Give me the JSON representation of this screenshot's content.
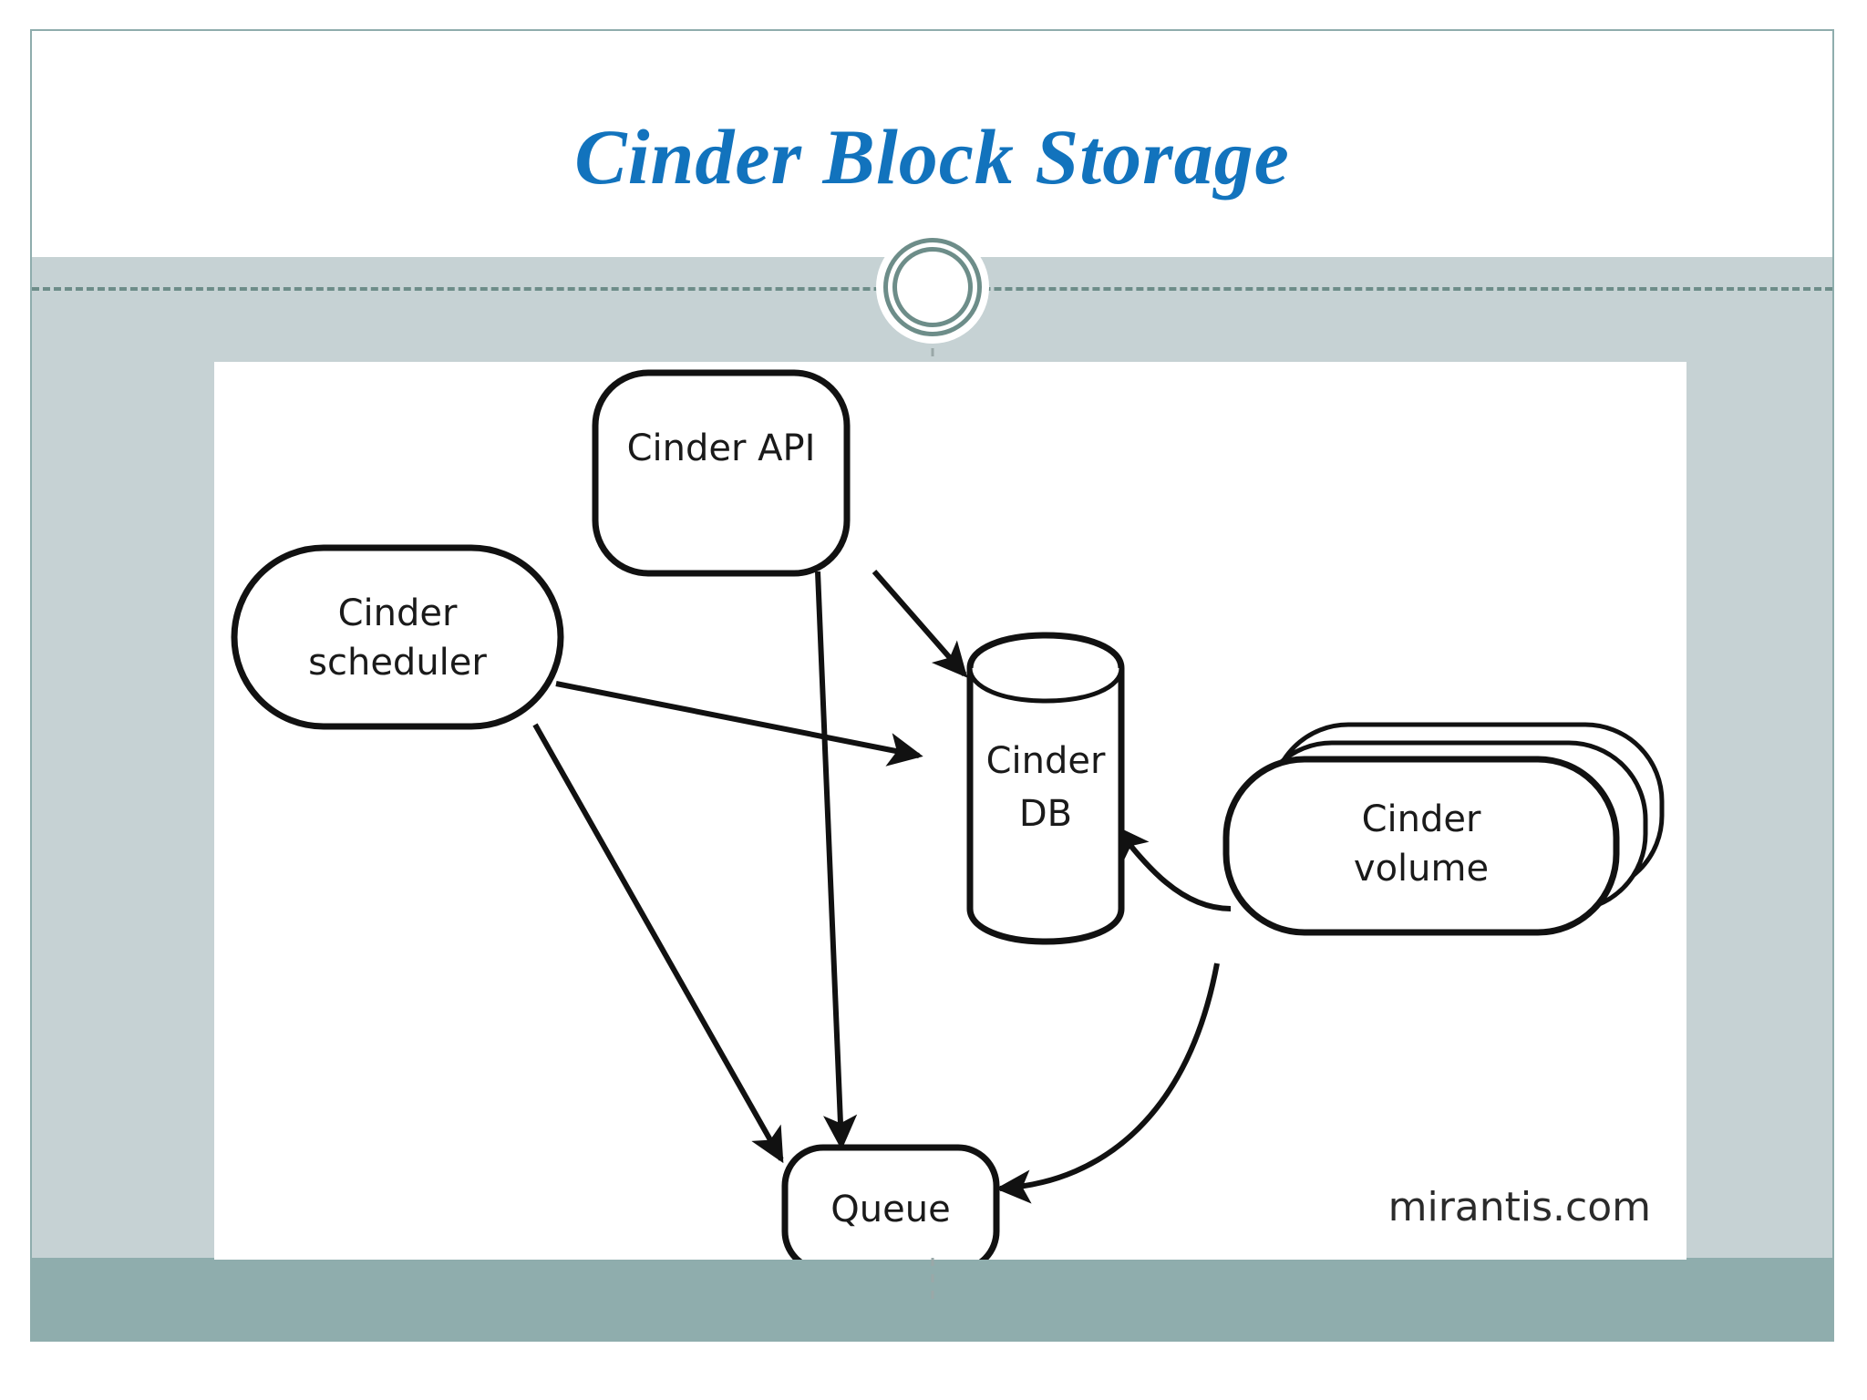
{
  "slide": {
    "title": "Cinder Block Storage",
    "title_color": "#1273bd",
    "accent_color": "#6d8d89",
    "body_band_color": "#c6d2d4",
    "footer_band_color": "#8fadad",
    "canvas_color": "#ffffff"
  },
  "diagram": {
    "type": "architecture-flow",
    "watermark": "mirantis.com",
    "nodes": [
      {
        "id": "cinder-api",
        "label": "Cinder API",
        "shape": "rounded-rect"
      },
      {
        "id": "cinder-scheduler",
        "label_line1": "Cinder",
        "label_line2": "scheduler",
        "label": "Cinder scheduler",
        "shape": "pill"
      },
      {
        "id": "cinder-db",
        "label_line1": "Cinder",
        "label_line2": "DB",
        "label": "Cinder DB",
        "shape": "cylinder"
      },
      {
        "id": "cinder-volume",
        "label_line1": "Cinder",
        "label_line2": "volume",
        "label": "Cinder volume",
        "shape": "stacked-rounded-rect"
      },
      {
        "id": "queue",
        "label": "Queue",
        "shape": "rounded-rect"
      }
    ],
    "edges": [
      {
        "from": "cinder-api",
        "to": "cinder-db",
        "style": "straight-arrow"
      },
      {
        "from": "cinder-api",
        "to": "queue",
        "style": "straight-arrow"
      },
      {
        "from": "cinder-scheduler",
        "to": "cinder-db",
        "style": "straight-arrow"
      },
      {
        "from": "cinder-scheduler",
        "to": "queue",
        "style": "straight-arrow"
      },
      {
        "from": "cinder-volume",
        "to": "cinder-db",
        "style": "curved-arrow"
      },
      {
        "from": "cinder-volume",
        "to": "queue",
        "style": "curved-arrow"
      }
    ]
  }
}
